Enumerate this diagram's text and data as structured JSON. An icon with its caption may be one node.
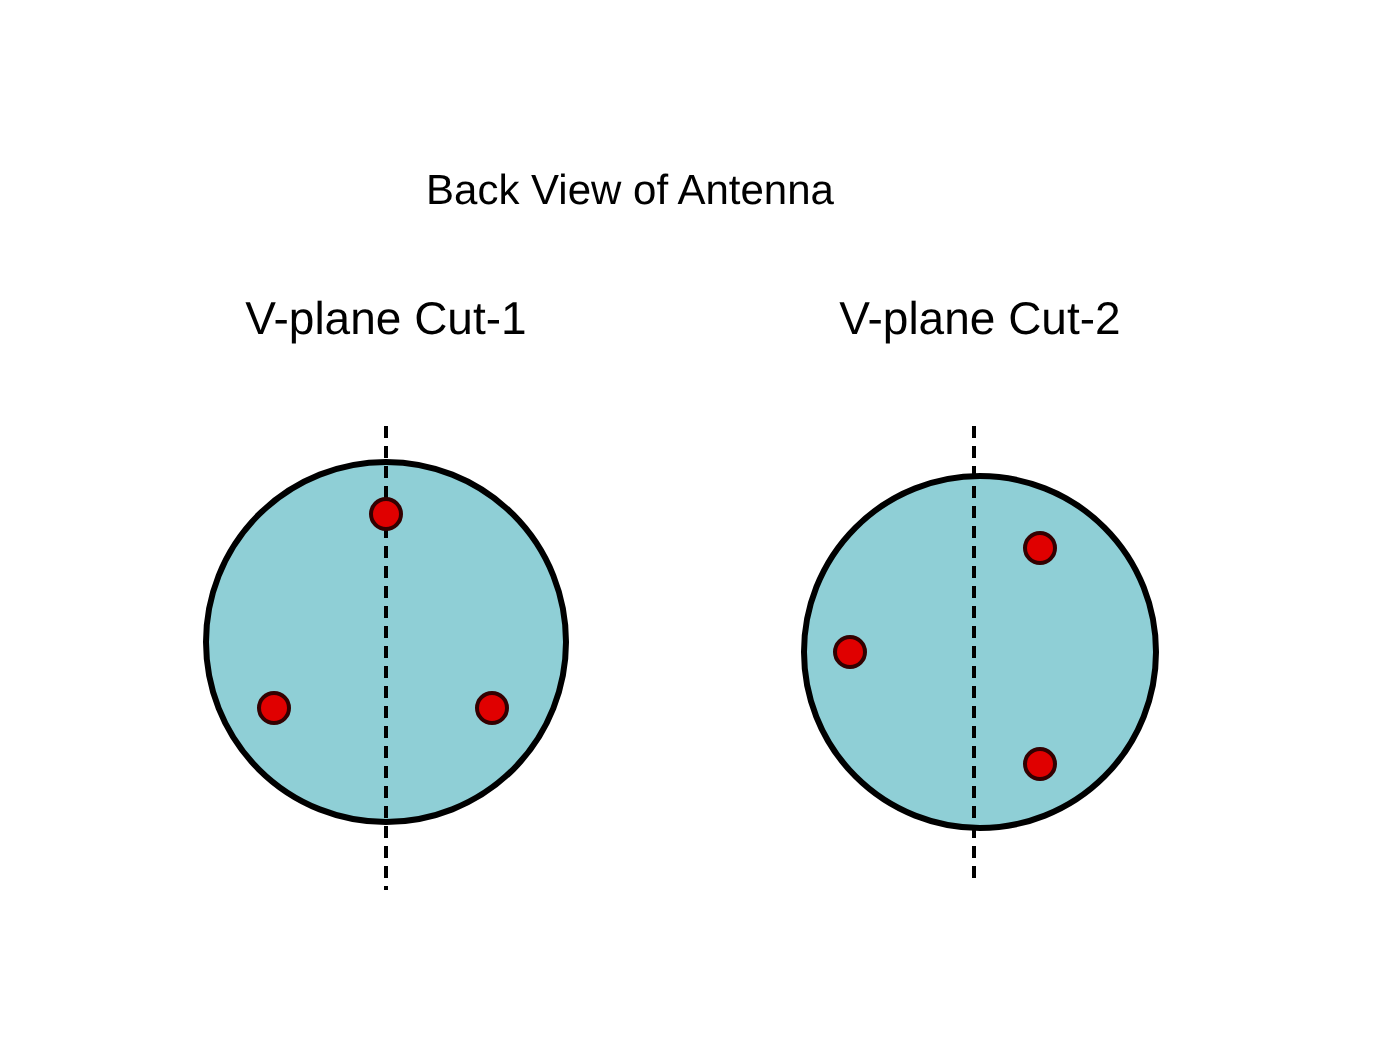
{
  "diagram": {
    "title": "Back View of Antenna",
    "nodes": [
      {
        "text": [
          "V-plane Cut-1"
        ]
      },
      {
        "text": [
          "V-plane Cut-2"
        ]
      }
    ]
  }
}
